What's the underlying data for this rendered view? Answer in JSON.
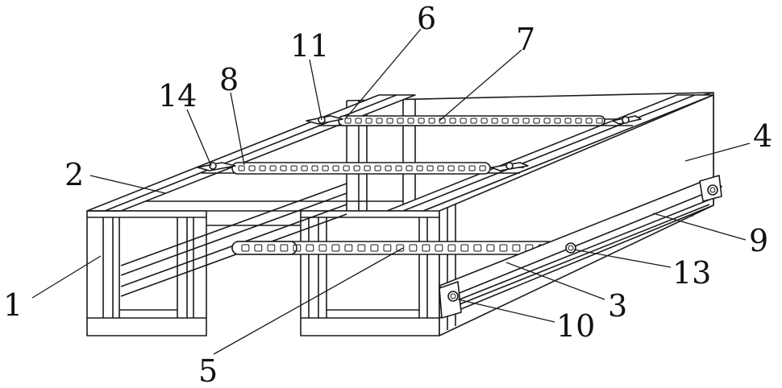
{
  "diagram": {
    "callouts": [
      {
        "id": "1",
        "label": "1"
      },
      {
        "id": "2",
        "label": "2"
      },
      {
        "id": "3",
        "label": "3"
      },
      {
        "id": "4",
        "label": "4"
      },
      {
        "id": "5",
        "label": "5"
      },
      {
        "id": "6",
        "label": "6"
      },
      {
        "id": "7",
        "label": "7"
      },
      {
        "id": "8",
        "label": "8"
      },
      {
        "id": "9",
        "label": "9"
      },
      {
        "id": "10",
        "label": "10"
      },
      {
        "id": "11",
        "label": "11"
      },
      {
        "id": "13",
        "label": "13"
      },
      {
        "id": "14",
        "label": "14"
      }
    ]
  }
}
